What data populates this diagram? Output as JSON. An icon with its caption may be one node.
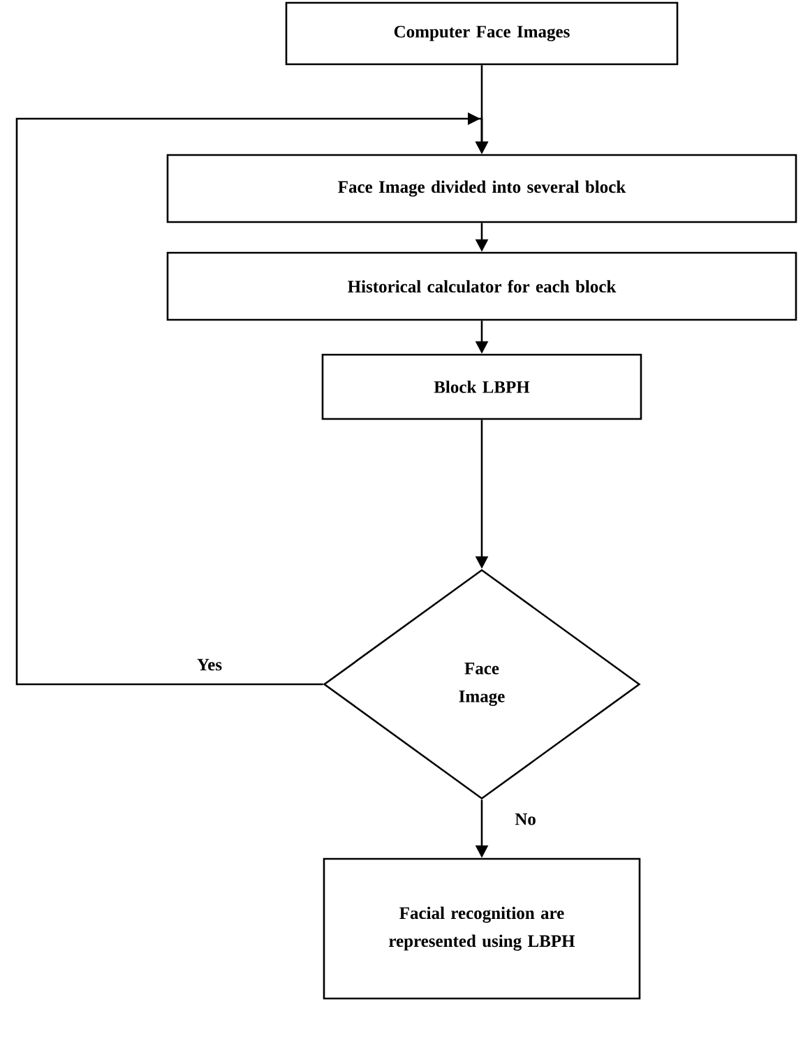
{
  "diagram": {
    "nodes": [
      {
        "text": [
          "Computer Face Images"
        ]
      },
      {
        "text": [
          "Face Image divided into several block"
        ]
      },
      {
        "text": [
          "Historical calculator for each block"
        ]
      },
      {
        "text": [
          "Block LBPH"
        ]
      },
      {
        "text": [
          "Face Image"
        ]
      },
      {
        "text": [
          "Facial recognition are represented using LBPH"
        ]
      }
    ],
    "edges": [
      {
        "from": 0,
        "to": 1,
        "arrow": "to"
      },
      {
        "from": 1,
        "to": 2,
        "arrow": "to"
      },
      {
        "from": 2,
        "to": 3,
        "arrow": "to"
      },
      {
        "from": 3,
        "to": 4,
        "arrow": "to"
      },
      {
        "from": 4,
        "to": 1,
        "arrow": "to",
        "label": "Yes"
      },
      {
        "from": 4,
        "to": 5,
        "arrow": "to",
        "label": "No"
      }
    ]
  }
}
